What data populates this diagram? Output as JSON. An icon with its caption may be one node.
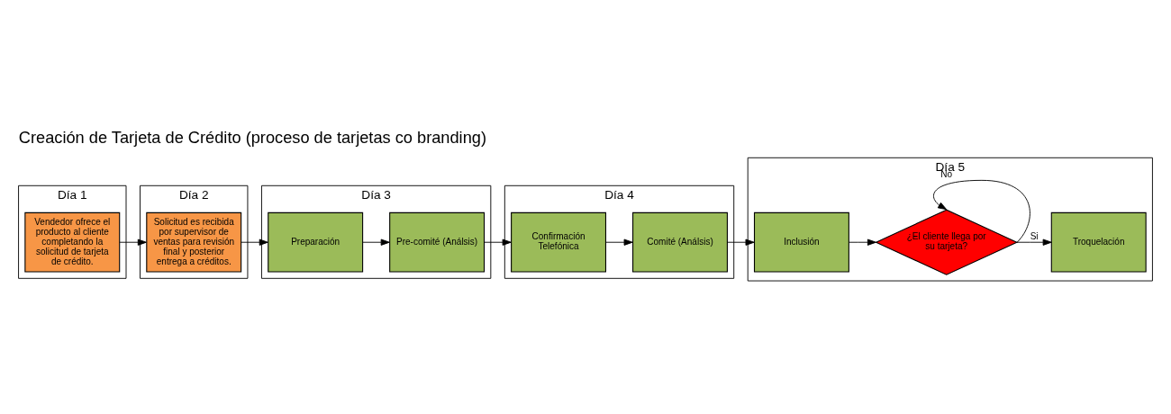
{
  "diagram": {
    "title": "Creación de Tarjeta de Crédito (proceso de tarjetas co branding)",
    "nodes": [
      {
        "text": [
          "Día 1"
        ]
      },
      {
        "text": [
          "Día 2"
        ]
      },
      {
        "text": [
          "Día 3"
        ]
      },
      {
        "text": [
          "Día 4"
        ]
      },
      {
        "text": [
          "Día 5"
        ]
      },
      {
        "text": [
          "Vendedor ofrece el producto al cliente completando la solicitud de tarjeta de crédito."
        ],
        "in": 0
      },
      {
        "text": [
          "Solicitud es recibida por supervisor de ventas para revisión final y posterior entrega a créditos."
        ],
        "in": 1
      },
      {
        "text": [
          "Preparación"
        ],
        "in": 2
      },
      {
        "text": [
          "Pre-comité (Análsis)"
        ],
        "in": 2
      },
      {
        "text": [
          "Confirmación Telefónica"
        ],
        "in": 3
      },
      {
        "text": [
          "Comité (Análsis)"
        ],
        "in": 3
      },
      {
        "text": [
          "Inclusión"
        ],
        "in": 4
      },
      {
        "text": [
          "¿El cliente llega por su tarjeta?"
        ],
        "in": 4
      },
      {
        "text": [
          "Troquelación"
        ],
        "in": 4
      }
    ],
    "edges": [
      {
        "from": 5,
        "to": 6,
        "arrow": "to"
      },
      {
        "from": 6,
        "to": 7,
        "arrow": "to"
      },
      {
        "from": 7,
        "to": 8,
        "arrow": "to"
      },
      {
        "from": 8,
        "to": 9,
        "arrow": "to"
      },
      {
        "from": 9,
        "to": 10,
        "arrow": "to"
      },
      {
        "from": 10,
        "to": 11,
        "arrow": "to"
      },
      {
        "from": 11,
        "to": 12,
        "arrow": "to"
      },
      {
        "from": 12,
        "to": 12,
        "arrow": "to",
        "label": "No"
      },
      {
        "from": 12,
        "to": 13,
        "arrow": "to",
        "label": "Si"
      }
    ]
  }
}
